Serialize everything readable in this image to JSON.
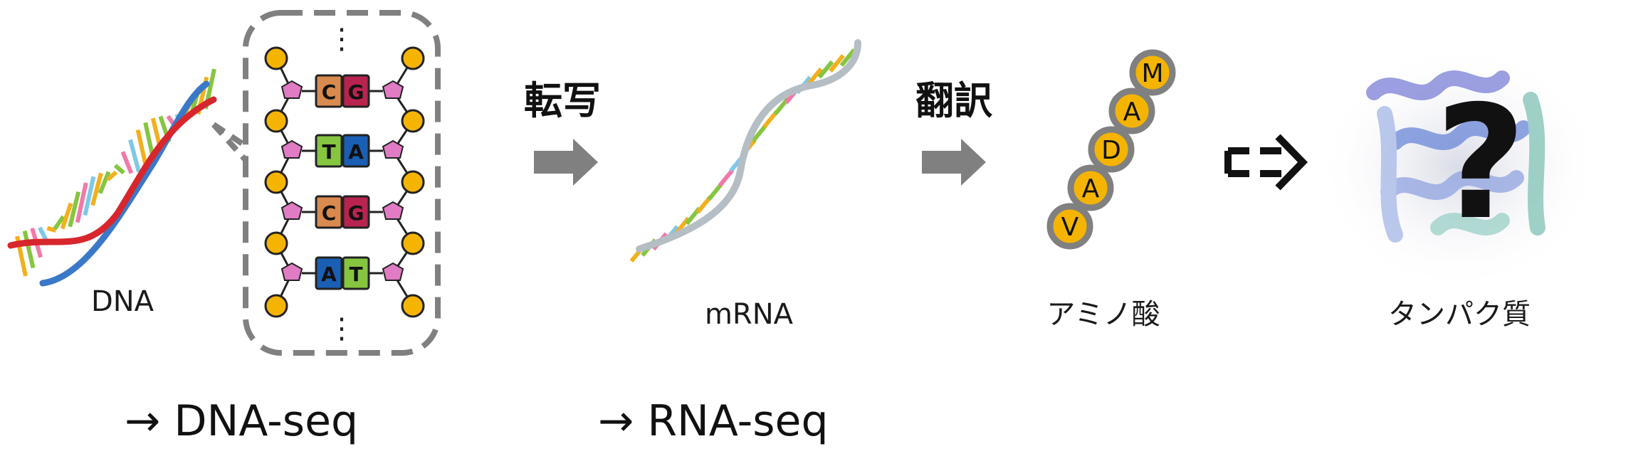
{
  "labels": {
    "dna": "DNA",
    "mrna": "mRNA",
    "amino_acid": "アミノ酸",
    "protein": "タンパク質"
  },
  "steps": {
    "transcription": "転写",
    "translation": "翻訳"
  },
  "bottom": {
    "dna_seq": "→ DNA-seq",
    "rna_seq": "→ RNA-seq"
  },
  "base_pairs": [
    [
      "C",
      "G"
    ],
    [
      "T",
      "A"
    ],
    [
      "C",
      "G"
    ],
    [
      "A",
      "T"
    ]
  ],
  "amino_chain": [
    "V",
    "A",
    "D",
    "A",
    "M"
  ],
  "ellipsis": "⋮",
  "protein_mark": "?",
  "colors": {
    "C": "#d98a4e",
    "G": "#b8244f",
    "T": "#86c540",
    "A": "#1a5fb4",
    "amino": "#f5b400",
    "amino_ring": "#808080",
    "arrow": "#808080",
    "strand_red": "#d8262d",
    "strand_blue": "#3a79c7",
    "rna_backbone": "#b5bec4"
  }
}
